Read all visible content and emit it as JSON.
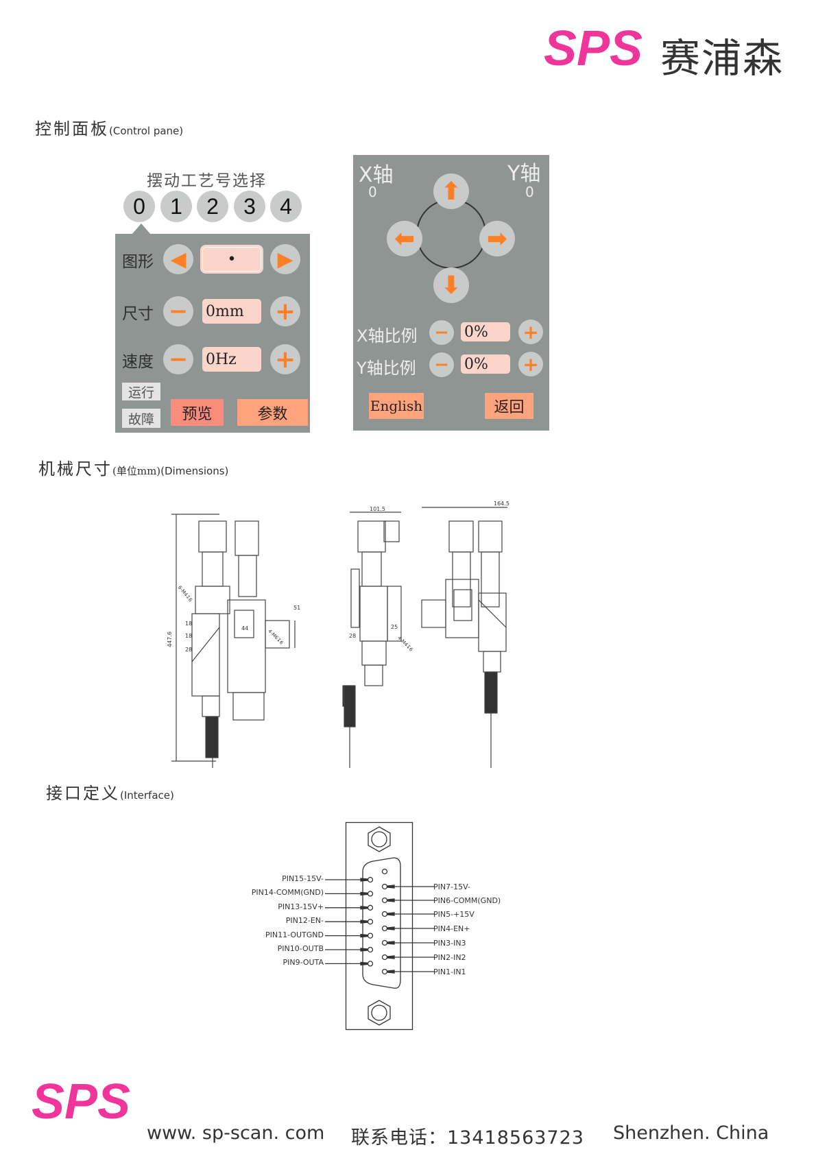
{
  "header": {
    "logo": "SPS",
    "brand_cn": "赛浦森"
  },
  "control_panel": {
    "heading": "控制面板",
    "heading_en": "(Control pane)",
    "left": {
      "title": "摆动工艺号选择",
      "numbers": [
        "0",
        "1",
        "2",
        "3",
        "4"
      ],
      "rows": [
        {
          "label": "图形",
          "value": "•"
        },
        {
          "label": "尺寸",
          "value": "0mm"
        },
        {
          "label": "速度",
          "value": "0Hz"
        }
      ],
      "status": [
        "运行",
        "故障"
      ],
      "preview": "预览",
      "params": "参数"
    },
    "right": {
      "x_axis": "X轴",
      "y_axis": "Y轴",
      "x_value": "0",
      "y_value": "0",
      "x_ratio_label": "X轴比例",
      "x_ratio": "0%",
      "y_ratio_label": "Y轴比例",
      "y_ratio": "0%",
      "english": "English",
      "back": "返回"
    },
    "colors": {
      "panel": "#8f9592",
      "accent": "#ff7f27",
      "field": "#fbd5c9"
    }
  },
  "dimensions": {
    "heading": "机械尺寸",
    "unit": "(单位mm)",
    "heading_en": "(Dimensions)",
    "labels": {
      "height": "447.6",
      "d18a": "18",
      "d18b": "18",
      "d28a": "28",
      "d44": "44",
      "d51": "51",
      "m4a": "6-M4↧6",
      "m6": "4-M6↧6",
      "w101": "101.5",
      "d28b": "28",
      "d25": "25",
      "m4b": "4-M4↧6",
      "w164": "164.5"
    }
  },
  "interface": {
    "heading": "接口定义",
    "heading_en": "(Interface)",
    "left_pins": [
      "PIN15-15V-",
      "PIN14-COMM(GND)",
      "PIN13-15V+",
      "PIN12-EN-",
      "PIN11-OUTGND",
      "PIN10-OUTB",
      "PIN9-OUTA"
    ],
    "right_pins": [
      "PIN7-15V-",
      "PIN6-COMM(GND)",
      "PIN5-+15V",
      "PIN4-EN+",
      "PIN3-IN3",
      "PIN2-IN2",
      "PIN1-IN1"
    ]
  },
  "footer": {
    "logo": "SPS",
    "website": "www. sp-scan. com",
    "phone": "联系电话：13418563723",
    "location": "Shenzhen. China"
  }
}
